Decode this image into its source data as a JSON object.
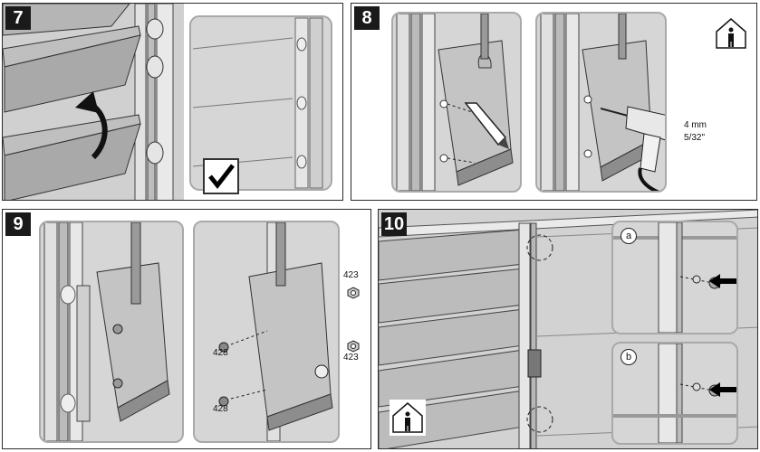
{
  "steps": {
    "s7": {
      "number": "7"
    },
    "s8": {
      "number": "8",
      "drill_size_mm": "4 mm",
      "drill_size_in": "5/32\""
    },
    "s9": {
      "number": "9",
      "part_a": "423",
      "part_b": "423",
      "part_c": "428",
      "part_d": "428"
    },
    "s10": {
      "number": "10",
      "sub_a": "a",
      "sub_b": "b"
    }
  },
  "icons": {
    "s7_rotate": "curved-arrow-icon",
    "s7_check": "checkmark-icon",
    "s8_person": "person-indoors-icon",
    "s8_pencil": "pencil-icon",
    "s8_drill": "drill-icon",
    "s10_person": "person-indoors-icon",
    "s10_arrow_a": "arrow-left-icon",
    "s10_arrow_b": "arrow-left-icon"
  },
  "colors": {
    "panel_bg": "#ffffff",
    "inset_bg": "#d6d6d6",
    "line": "#2b2b2b"
  }
}
